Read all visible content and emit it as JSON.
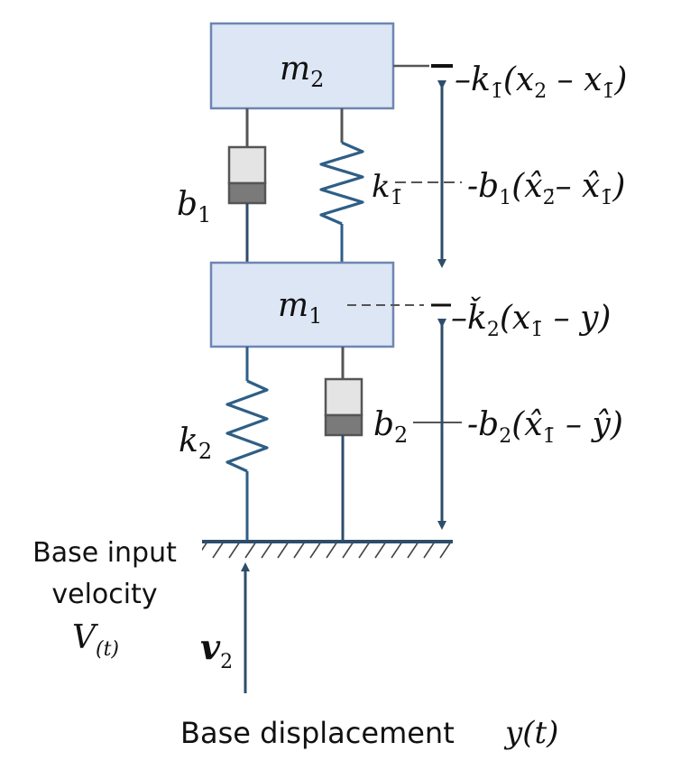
{
  "masses": {
    "m2": {
      "name": "m",
      "sub": "2"
    },
    "m1": {
      "name": "m",
      "sub": "1"
    }
  },
  "labels": {
    "b1": {
      "name": "b",
      "sub": "1"
    },
    "k1": {
      "name": "k",
      "sub": "1̄"
    },
    "k2": {
      "name": "k",
      "sub": "2"
    },
    "b2": {
      "name": "b",
      "sub": "2"
    }
  },
  "forces": {
    "f1": {
      "pre": "–k",
      "sub": "1̄",
      "expr": "(x",
      "sub2": "2",
      "mid": " – x",
      "sub3": "1̄",
      "post": ")"
    },
    "f2": {
      "pre": "-b",
      "sub": "1",
      "expr": "(x̂",
      "sub2": "2̄",
      "mid": "– x̂",
      "sub3": "1̄",
      "post": ")"
    },
    "f3": {
      "pre": "–ǩ",
      "sub": "2",
      "expr": "(x",
      "sub2": "1̄",
      "mid": " – y",
      "post": ")"
    },
    "f4": {
      "pre": "-b",
      "sub": "2",
      "expr": "(x̂",
      "sub2": "1̄",
      "mid": " – ŷ",
      "post": ")"
    }
  },
  "base": {
    "input_line1": "Base input",
    "input_line2": "velocity",
    "velocity_symbol": {
      "name": "V",
      "sub": "(t)"
    },
    "arrow_symbol": {
      "name": "v",
      "sub": "2"
    },
    "displacement_text": "Base displacement",
    "displacement_symbol": "y(t)"
  },
  "colors": {
    "mass_fill": "#dce6f5",
    "mass_stroke": "#6f86b3",
    "spring": "#2e5e86",
    "line": "#2e4d6b",
    "damper_light": "#e4e4e4",
    "damper_dark": "#7a7a7a"
  }
}
